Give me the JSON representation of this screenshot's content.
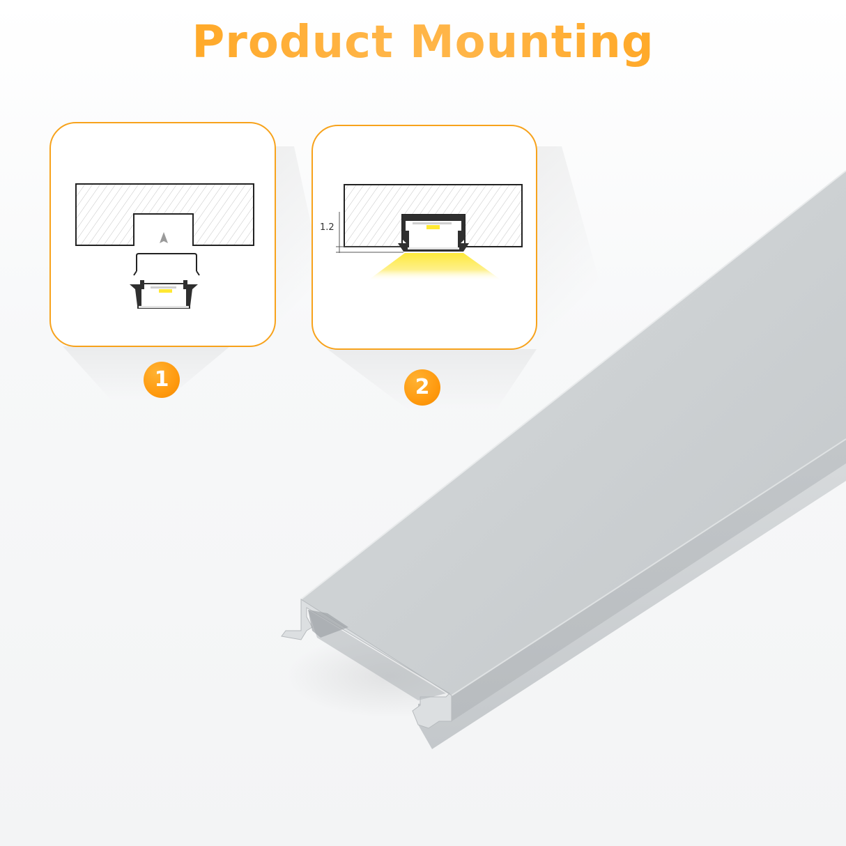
{
  "header": {
    "title": "Product Mounting"
  },
  "colors": {
    "accent": "#F7A21B",
    "title_gradient_start": "#FF9D0A",
    "title_gradient_mid": "#FFB547",
    "badge": "#FF9A0F",
    "light_beam": "#FFEB3B",
    "led_chip": "#FFE833",
    "aluminum": "#C9CDD0"
  },
  "steps": [
    {
      "number": "1",
      "diagram": "profile-inserted-into-recess",
      "arrow_icon": "arrow-up-icon"
    },
    {
      "number": "2",
      "diagram": "profile-mounted-flush-with-light",
      "dimension_label": "1.2"
    }
  ],
  "product": {
    "name": "aluminum-led-profile"
  }
}
